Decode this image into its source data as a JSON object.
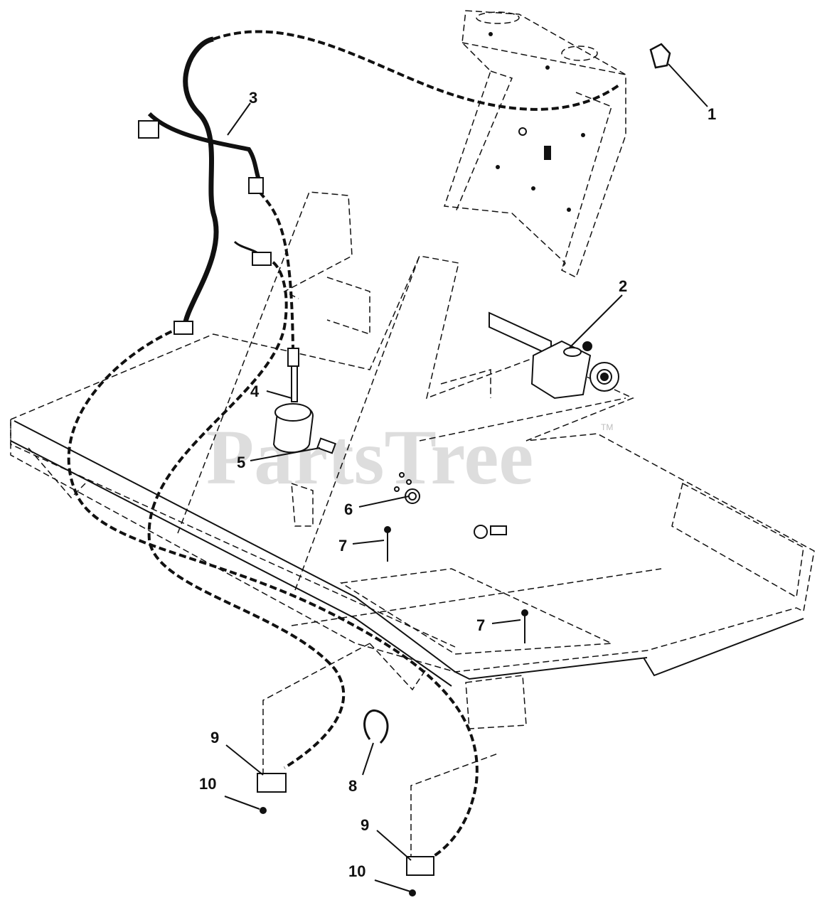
{
  "watermark": {
    "text": "PartsTree",
    "trademark": "TM"
  },
  "colors": {
    "line": "#111111",
    "watermark": "#cfcfcf",
    "background": "#ffffff"
  },
  "callouts": [
    {
      "id": "c1",
      "label": "1"
    },
    {
      "id": "c2",
      "label": "2"
    },
    {
      "id": "c3",
      "label": "3"
    },
    {
      "id": "c4",
      "label": "4"
    },
    {
      "id": "c5",
      "label": "5"
    },
    {
      "id": "c6",
      "label": "6"
    },
    {
      "id": "c7a",
      "label": "7"
    },
    {
      "id": "c7b",
      "label": "7"
    },
    {
      "id": "c8",
      "label": "8"
    },
    {
      "id": "c9a",
      "label": "9"
    },
    {
      "id": "c9b",
      "label": "9"
    },
    {
      "id": "c10a",
      "label": "10"
    },
    {
      "id": "c10b",
      "label": "10"
    }
  ]
}
